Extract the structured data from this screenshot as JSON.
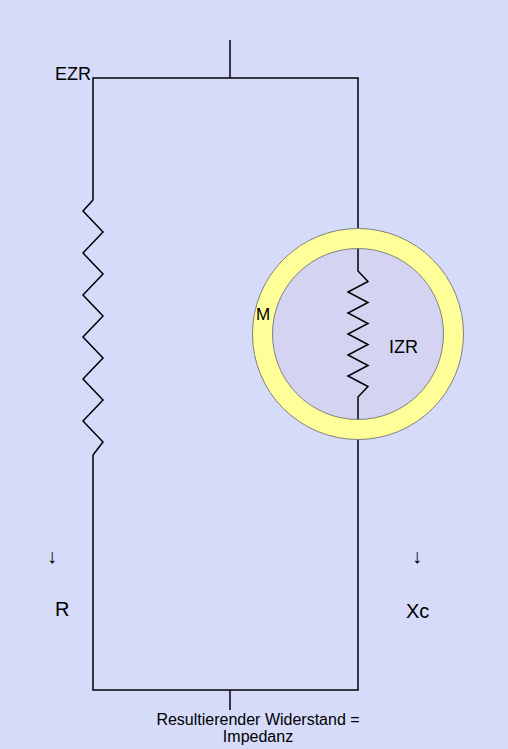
{
  "diagram": {
    "caption": "Resultierender Widerstand = Impedanz",
    "nodes": [
      {
        "text": [
          "M"
        ]
      },
      {
        "text": [
          "IZR"
        ],
        "in": 0
      }
    ],
    "labels": [
      "EZR",
      "↓",
      "R",
      "↓",
      "Xc"
    ]
  }
}
